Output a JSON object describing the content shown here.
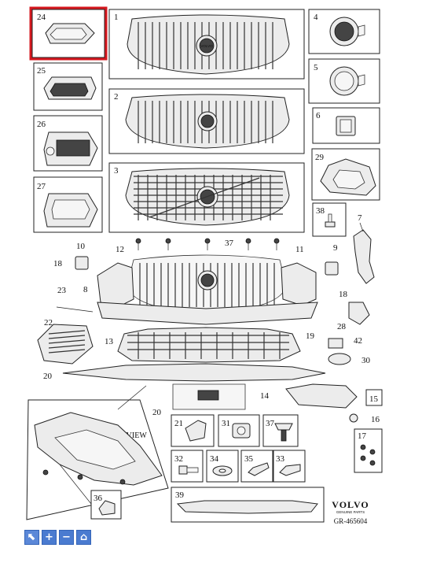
{
  "callouts": {
    "c1": "1",
    "c2": "2",
    "c3": "3",
    "c4": "4",
    "c5": "5",
    "c6": "6",
    "c7": "7",
    "c8": "8",
    "c9": "9",
    "c10": "10",
    "c11": "11",
    "c12": "12",
    "c13": "13",
    "c14": "14",
    "c15": "15",
    "c16": "16",
    "c17": "17",
    "c18a": "18",
    "c18b": "18",
    "c19": "19",
    "c20a": "20",
    "c20b": "20",
    "c21": "21",
    "c22": "22",
    "c23": "23",
    "c24": "24",
    "c25": "25",
    "c26": "26",
    "c27": "27",
    "c28": "28",
    "c29": "29",
    "c30": "30",
    "c31": "31",
    "c32": "32",
    "c33": "33",
    "c34": "34",
    "c35": "35",
    "c36": "36",
    "c37a": "37",
    "c37b": "37",
    "c38": "38",
    "c39": "39",
    "c42": "42"
  },
  "top_view_label": "TOP VIEW",
  "brand": {
    "name": "VOLVO",
    "subtitle": "GENUINE PARTS",
    "doc_number": "GR-465604"
  },
  "badge_text": "VOLVO",
  "highlight_color": "#d6181f",
  "toolbar": {
    "items": [
      {
        "icon": "pointer-icon",
        "glyph": "⬉"
      },
      {
        "icon": "zoom-in-icon",
        "glyph": "+"
      },
      {
        "icon": "zoom-out-icon",
        "glyph": "−"
      },
      {
        "icon": "home-icon",
        "glyph": "⌂"
      }
    ]
  }
}
